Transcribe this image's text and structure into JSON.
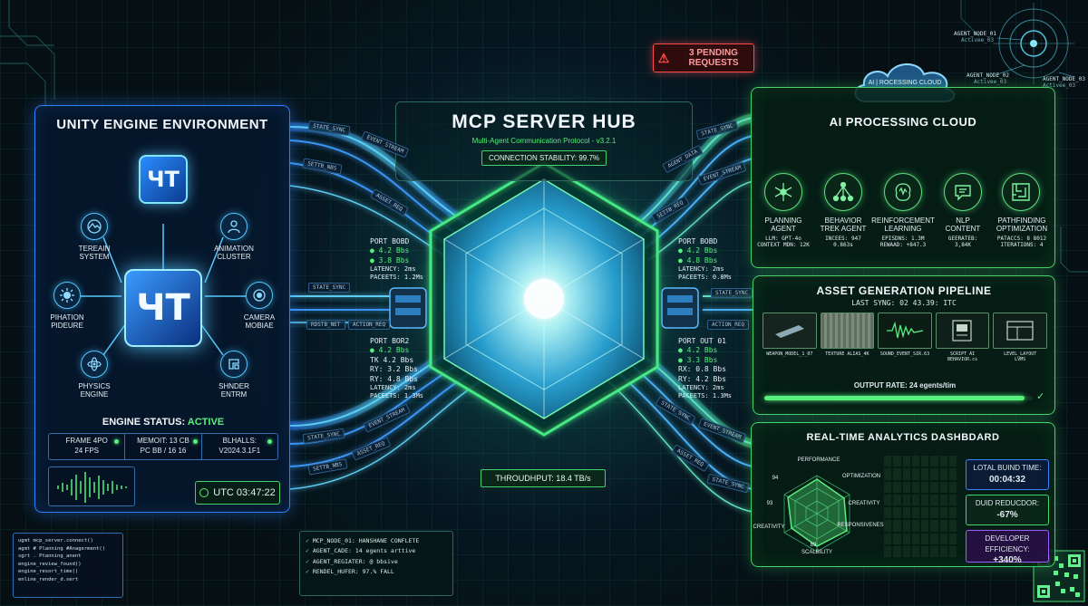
{
  "alert": {
    "text_line1": "3 PENDING",
    "text_line2": "REQUESTS"
  },
  "unity": {
    "title": "UNITY ENGINE ENVIRONMENT",
    "logo_text": "ЧТ",
    "nodes": [
      {
        "label": "TEREAIN\nSYSTEM",
        "icon": "terrain-icon"
      },
      {
        "label": "ANIMATION\nCLUSTER",
        "icon": "person-icon"
      },
      {
        "label": "PIHATION\nPIDEURE",
        "icon": "virus-icon"
      },
      {
        "label": "CAMERA\nMOBIAE",
        "icon": "camera-icon"
      },
      {
        "label": "PHYSICS\nENGINE",
        "icon": "physics-icon"
      },
      {
        "label": "SHNDER\nENTRM",
        "icon": "shader-icon"
      }
    ],
    "status_label": "ENGINE STATUS:",
    "status_value": "ACTIVE",
    "stats": [
      {
        "line1": "FRAME 4PO",
        "line2": "24 FPS"
      },
      {
        "line1": "MEMOIT: 13 CB",
        "line2": "PC BB / 16 16"
      },
      {
        "line1": "BLHALLS:",
        "line2": "V2024.3.1F1"
      }
    ],
    "clock": "UTC 03:47:22"
  },
  "hub": {
    "title": "MCP SERVER HUB",
    "subtitle": "Multi-Agent Communication Protocol - v3.2.1",
    "stability": "CONNECTION STABILITY: 99.7%",
    "throughput": "THROUDHPUT: 18.4 TB/s"
  },
  "ports": {
    "left_top": {
      "title": "PORT BOBD",
      "lines": [
        "● 4.2 Bbs",
        "● 3.8 Bbs",
        "LATENCY: 2ms",
        "PACEETS: 1.2Ms"
      ]
    },
    "left_bottom": {
      "title": "PORT BOR2",
      "lines": [
        "● 4.2 Bbs",
        "TK 4.2 Bbs",
        "RY: 3.2 Bbs",
        "RY: 4.8 Bbs",
        "LATENCY: 2ms",
        "PACEETS: 1.3Ms"
      ]
    },
    "right_top": {
      "title": "PORT BOBD",
      "lines": [
        "● 4.2 Bbs",
        "● 4.8 Bbs",
        "LATENCY: 2ms",
        "PACEETS: 0.8Ms"
      ]
    },
    "right_bottom": {
      "title": "PORT OUT 01",
      "lines": [
        "● 4.2 Bbs",
        "● 3.3 Bbs",
        "RX: 0.8 Bbs",
        "RY: 4.2 Bbs",
        "LATENCY: 2ms",
        "PACEETS: 1.3Ms"
      ]
    }
  },
  "tags": {
    "lt1": "STATE_SYNC",
    "lt2": "SETTB_NBS",
    "lt3": "EVENT_STREAM",
    "lt4": "ASSET_REQ",
    "lm1": "STATE_SYNC",
    "lm2": "RDSTB_NET",
    "lm3": "ACTION_REQ",
    "lb1": "EVENT_STREAM",
    "lb2": "ASSET_REQ",
    "lb3": "STATE_SYNC",
    "lb4": "SETTB_NBS",
    "rt1": "STATE_SYNC",
    "rt2": "AGENT_DATA",
    "rt3": "EVENT_STREAM",
    "rt4": "SETTB_REQ",
    "rm1": "STATE_SYNC",
    "rm2": "ACTION_REQ",
    "rb1": "STATE_SYNC",
    "rb2": "EVENT_STREAM",
    "rb3": "ASSET_REQ",
    "rb4": "STATE_SYNC"
  },
  "cloud": {
    "bubble_text": "AI | ROCESSING CLOUD",
    "title": "AI PROCESSING CLOUD",
    "agents": [
      {
        "name": "PLANNING\nAGENT",
        "detail": "LLM: GPT-4o\nCONTEXT MDN: 12K",
        "icon": "network-icon"
      },
      {
        "name": "BEHAVIOR\nTREK AGENT",
        "detail": "INCEES: 947\n0.863s",
        "icon": "tree-icon"
      },
      {
        "name": "REINFORCEMENT\nLEARNING",
        "detail": "EPISDNS: 1.3M\nREWAAD: +847.3",
        "icon": "brain-icon"
      },
      {
        "name": "NLP\nCONTENT",
        "detail": "GEERATEB:\n3,84K",
        "icon": "chat-icon"
      },
      {
        "name": "PATHFINDING\nOPTIMIZATION",
        "detail": "PATACCS: 8 8012\nITERATIONS: 4",
        "icon": "maze-icon"
      }
    ]
  },
  "radar_labels": {
    "nodes": [
      "AGENT_NODE_01",
      "AGENT_NODE_02",
      "AGENT_NODE_03"
    ],
    "sub": [
      "Activee_03",
      "Activee_03",
      "Activee_03"
    ]
  },
  "pipeline": {
    "title": "ASSET GENERATION PIPELINE",
    "sync": "LAST SYNG: 02 43.39: ITC",
    "items": [
      "WEAPON_MODEL_1_07",
      "TEXTURE ALIAS_4K",
      "SOUND_EVENT_SIR.63",
      "SCRIPT AI\nBEHAVIOR.cs",
      "LEVEL_LAYOUT\nLVMS"
    ],
    "rate": "OUTPUT RATE: 24 egents/tim",
    "progress": 0.97
  },
  "analytics": {
    "title": "REAL-TIME ANALYTICS DASHBDARD",
    "radar_axes": [
      "PERFORMANCE",
      "OPTIMIZATION",
      "CREATIVITY",
      "RESPONSIVENESS",
      "SCALBILITY",
      "CREATIVITY"
    ],
    "radar_ticks": [
      "94",
      "93",
      "89"
    ],
    "metrics": [
      {
        "label": "LOTAL BUIND TIME:",
        "value": "00:04:32"
      },
      {
        "label": "DUID REDUCDOR:",
        "value": "-67%"
      },
      {
        "label": "DEVELOPER EFFICIENCY:",
        "value": "+340%"
      }
    ]
  },
  "console": [
    "ugmt mcp_server.connect()",
    "agmt # Planning #Anagerment()",
    "sgrt . Ptanning_anent",
    "engine_review_found()",
    "engine_resort_time()",
    "enline_render_d.sert"
  ],
  "log": [
    "MCP_NODE_01: HANSHANE CONFLETE",
    "AGENT_CADE: 14 egents arttive",
    "AGENT_REGIATER: @ bbsive",
    "RENDEL_HUFER: 97.% FALL"
  ],
  "colors": {
    "blue": "#2f80ff",
    "green": "#43d36a",
    "accent": "#57f07c",
    "alert": "#ff4a4a"
  }
}
